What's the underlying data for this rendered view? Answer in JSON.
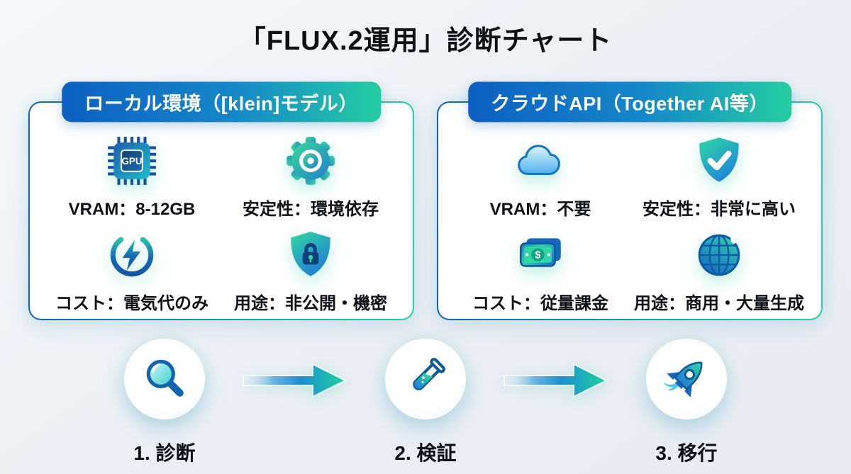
{
  "title": "「FLUX.2運用」診断チャート",
  "cards": [
    {
      "header": "ローカル環境（[klein]モデル）",
      "items": [
        {
          "icon": "gpu-chip-icon",
          "label": "VRAM：8-12GB"
        },
        {
          "icon": "gear-icon",
          "label": "安定性：環境依存"
        },
        {
          "icon": "power-bolt-icon",
          "label": "コスト：電気代のみ"
        },
        {
          "icon": "shield-lock-icon",
          "label": "用途：非公開・機密"
        }
      ]
    },
    {
      "header": "クラウドAPI（Together AI等）",
      "items": [
        {
          "icon": "cloud-icon",
          "label": "VRAM：不要"
        },
        {
          "icon": "shield-check-icon",
          "label": "安定性：非常に高い"
        },
        {
          "icon": "money-icon",
          "label": "コスト：従量課金"
        },
        {
          "icon": "globe-icon",
          "label": "用途：商用・大量生成"
        }
      ]
    }
  ],
  "flow": {
    "steps": [
      {
        "icon": "magnifier-icon",
        "label": "1. 診断"
      },
      {
        "icon": "test-tube-icon",
        "label": "2. 検証"
      },
      {
        "icon": "rocket-icon",
        "label": "3. 移行"
      }
    ]
  },
  "colors": {
    "accent_blue": "#1f7fd0",
    "accent_teal": "#2bd49e",
    "header_gradient_start": "#0d5fc2",
    "header_gradient_end": "#24cda1",
    "background": "#ebeff5",
    "text": "#0e1116"
  }
}
